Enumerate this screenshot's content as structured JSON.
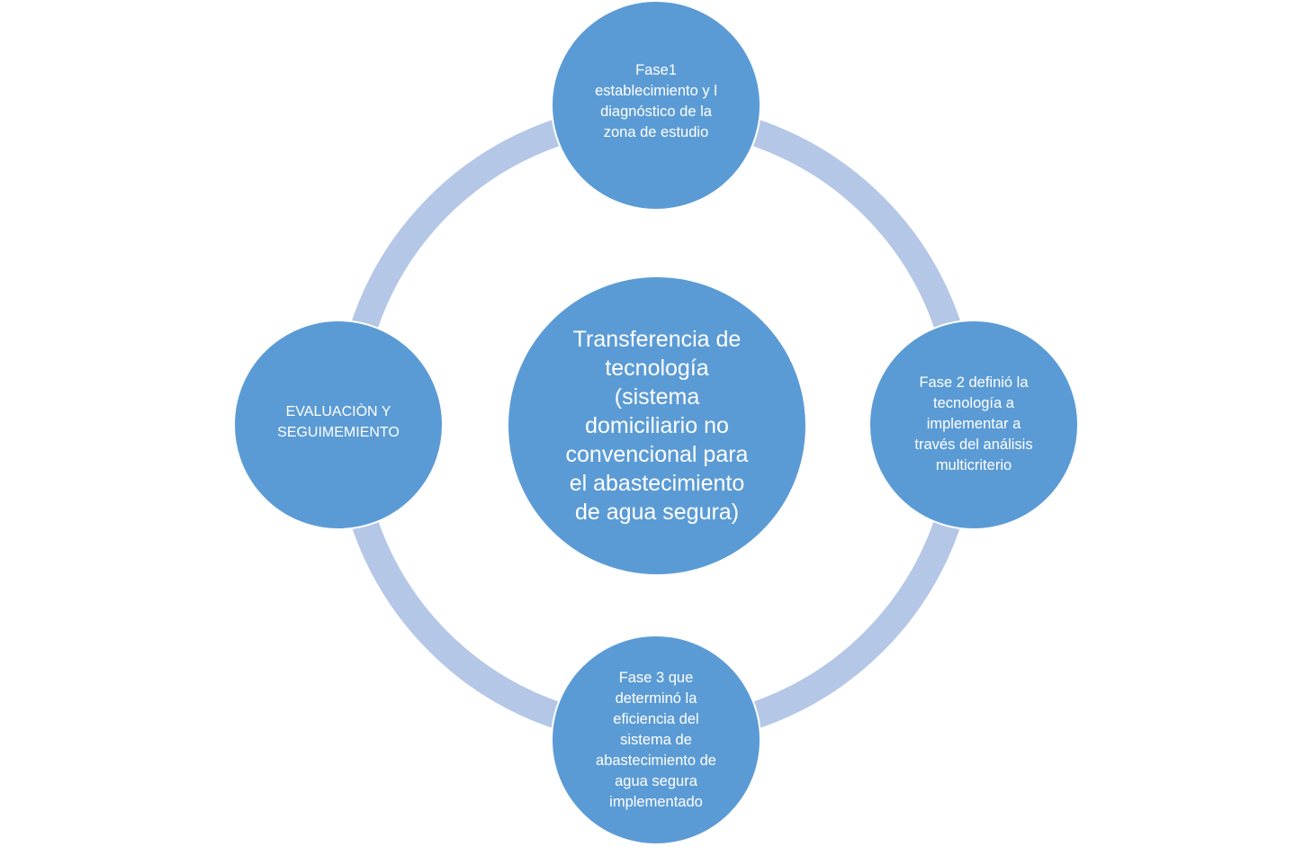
{
  "diagram": {
    "center": {
      "text": "Transferencia de\ntecnología\n(sistema\ndomiciliario no\nconvencional para\nel abastecimiento\nde agua segura)"
    },
    "nodes": {
      "top": "Fase1\nestablecimiento y l\ndiagnóstico de la\nzona de estudio",
      "right": "Fase 2 definió la\ntecnología a\nimplementar a\ntravés del análisis\nmulticriterio",
      "bottom": "Fase 3 que\ndeterminó la\neficiencia  del\nsistema de\nabastecimiento de\nagua segura\nimplementado",
      "left": "EVALUACIÒN Y\nSEGUIMEMIENTO"
    },
    "colors": {
      "node_fill": "#5b9bd5",
      "ring": "#b4c7e7",
      "text": "#ffffff"
    }
  }
}
